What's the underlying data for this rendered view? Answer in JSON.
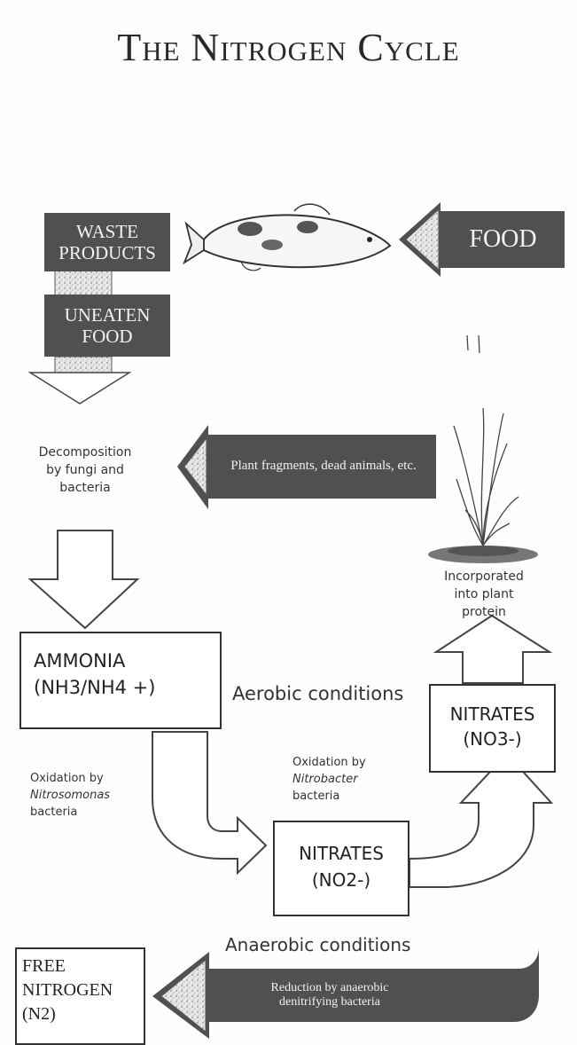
{
  "title": "The Nitrogen Cycle",
  "top": {
    "waste_products": "WASTE PRODUCTS",
    "uneaten_food": "UNEATEN FOOD",
    "food": "FOOD"
  },
  "decomposition": "Decomposition by fungi and bacteria",
  "plant_fragments": "Plant fragments, dead animals, etc.",
  "plant_protein": "Incorporated into plant protein",
  "ammonia": {
    "line1": "AMMONIA",
    "line2": "(NH3/NH4 +)"
  },
  "aerobic": "Aerobic conditions",
  "nitrates_no3": {
    "line1": "NITRATES",
    "line2": "(NO3-)"
  },
  "oxidation_nitrosomonas": {
    "line1": "Oxidation by",
    "organism": "Nitrosomonas",
    "line3": "bacteria"
  },
  "oxidation_nitrobacter": {
    "line1": "Oxidation by",
    "organism": "Nitrobacter",
    "line3": "bacteria"
  },
  "nitrates_no2": {
    "line1": "NITRATES",
    "line2": "(NO2-)"
  },
  "anaerobic": "Anaerobic conditions",
  "free_nitrogen": {
    "line1": "FREE",
    "line2": "NITROGEN",
    "line3": "(N2)"
  },
  "reduction": "Reduction by anaerobic denitrifying bacteria"
}
